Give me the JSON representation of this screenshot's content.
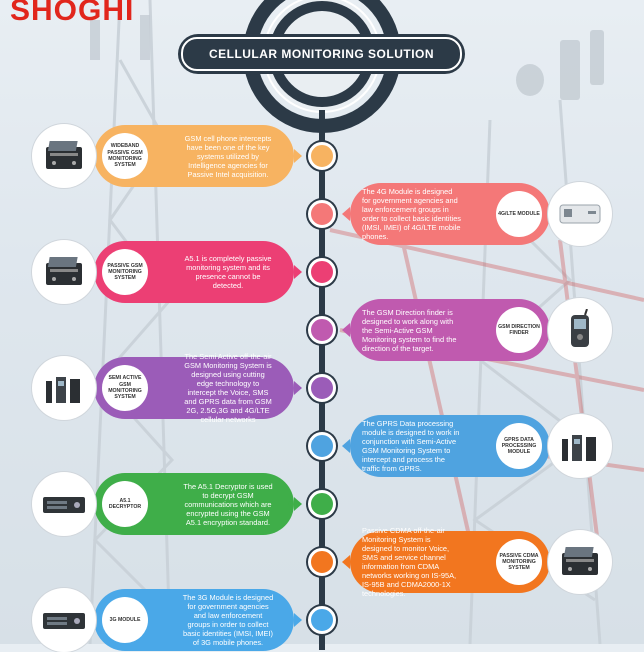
{
  "brand": "SHOGHI",
  "title": "CELLULAR MONITORING SOLUTION",
  "colors": {
    "spine": "#2c3a47",
    "orange_light": "#f7b361",
    "salmon": "#f47878",
    "pink": "#ec3f74",
    "magenta": "#c05aaf",
    "purple": "#9b5cb8",
    "blue": "#4fa3e0",
    "green": "#3fae49",
    "orange": "#f2761f",
    "sky": "#4aa8e8"
  },
  "items": [
    {
      "side": "left",
      "label": "WIDEBAND PASSIVE GSM MONITORING SYSTEM",
      "text": "GSM cell phone intercepts have been one of the key systems utilized by Intelligence agencies for Passive Intel acquisition.",
      "color": "#f7b361",
      "device": "rack-unit-icon"
    },
    {
      "side": "right",
      "label": "4G/LTE MODULE",
      "text": "The 4G Module is designed for government agencies and law enforcement groups in order to collect basic identities (IMSI, IMEI) of 4G/LTE mobile phones.",
      "color": "#f47878",
      "device": "box-unit-icon"
    },
    {
      "side": "left",
      "label": "PASSIVE GSM MONITORING SYSTEM",
      "text": "A5.1 is completely passive monitoring system and its presence cannot be detected.",
      "color": "#ec3f74",
      "device": "rack-unit-icon"
    },
    {
      "side": "right",
      "label": "GSM DIRECTION FINDER",
      "text": "The GSM Direction finder is designed to work along with the Semi-Active GSM Monitoring system to find the direction of the target.",
      "color": "#c05aaf",
      "device": "handheld-icon"
    },
    {
      "side": "left",
      "label": "SEMI ACTIVE GSM MONITORING SYSTEM",
      "text": "The Semi Active off-the-air GSM Monitoring System is designed using cutting edge technology to intercept the Voice, SMS and GPRS data from GSM 2G, 2.5G,3G and 4G/LTE cellular networks",
      "color": "#9b5cb8",
      "device": "tower-unit-icon"
    },
    {
      "side": "right",
      "label": "GPRS DATA PROCESSING MODULE",
      "text": "The GPRS Data processing module is designed to work in conjunction with Semi-Active GSM Monitoring System to intercept and process the traffic from GPRS.",
      "color": "#4fa3e0",
      "device": "tower-unit-icon"
    },
    {
      "side": "left",
      "label": "A5.1 DECRYPTOR",
      "text": "The A5.1 Decryptor is used to decrypt GSM communications which are encrypted using the GSM A5.1 encryption standard.",
      "color": "#3fae49",
      "device": "server-icon"
    },
    {
      "side": "right",
      "label": "PASSIVE CDMA MONITORING SYSTEM",
      "text": "Passive CDMA off-the-air Monitoring System is designed to monitor Voice, SMS and service channel information from CDMA networks working on IS-95A, IS-95B and CDMA2000-1X technologies.",
      "color": "#f2761f",
      "device": "rack-unit-icon"
    },
    {
      "side": "left",
      "label": "3G MODULE",
      "text": "The 3G Module is designed for government agencies and law enforcement groups in order to collect basic identities (IMSI, IMEI) of 3G mobile phones.",
      "color": "#4aa8e8",
      "device": "server-icon"
    }
  ]
}
